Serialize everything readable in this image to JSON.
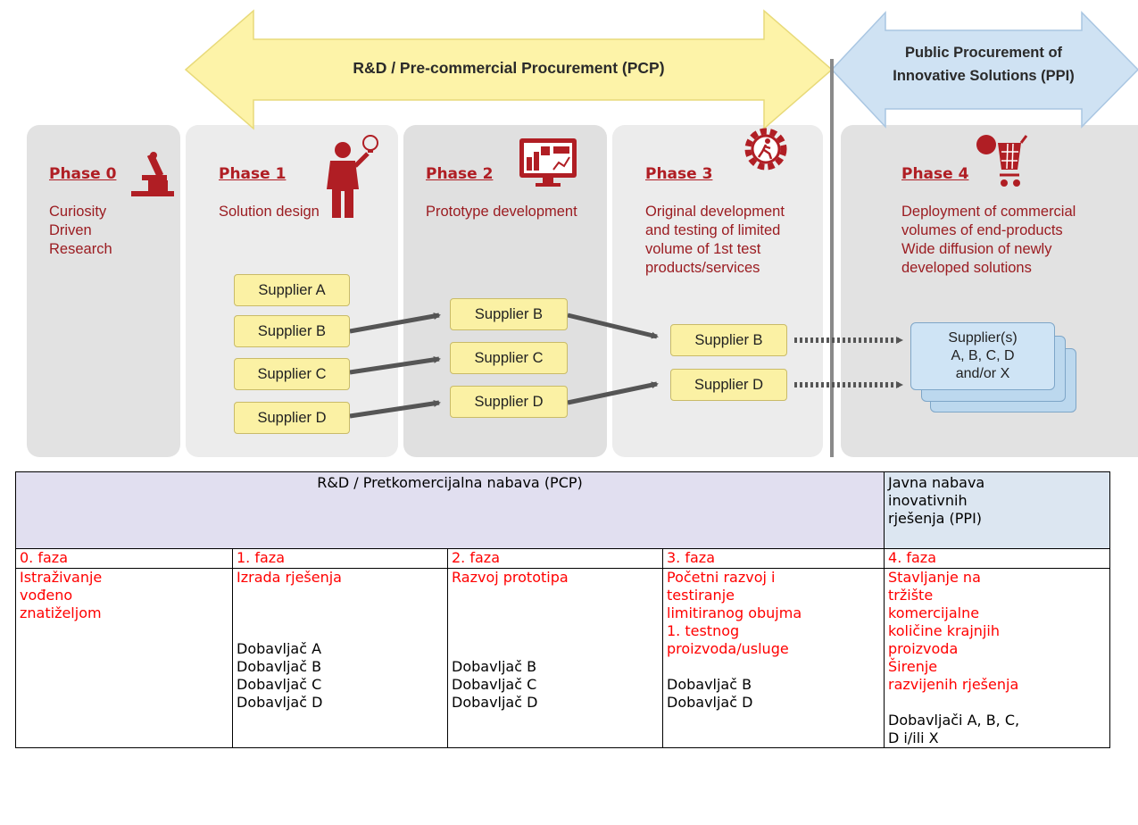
{
  "diagram": {
    "arrow_pcp_label": "R&D / Pre-commercial Procurement (PCP)",
    "arrow_ppi_label": [
      "Public Procurement of",
      "Innovative Solutions (PPI)"
    ],
    "phases": [
      {
        "title": "Phase 0",
        "desc": [
          "Curiosity",
          "Driven",
          "Research"
        ],
        "icon": "microscope-icon"
      },
      {
        "title": "Phase 1",
        "desc": [
          "Solution design"
        ],
        "icon": "person-idea-icon"
      },
      {
        "title": "Phase 2",
        "desc": [
          "Prototype development"
        ],
        "icon": "monitor-chart-icon"
      },
      {
        "title": "Phase 3",
        "desc": [
          "Original development",
          "and testing of limited",
          "volume of 1st test",
          "products/services"
        ],
        "icon": "gear-person-icon"
      },
      {
        "title": "Phase 4",
        "desc": [
          "Deployment of commercial",
          "volumes of end-products",
          "Wide diffusion of newly",
          "developed solutions"
        ],
        "icon": "shopping-cart-icon"
      }
    ],
    "phase1_suppliers": [
      "Supplier A",
      "Supplier B",
      "Supplier C",
      "Supplier D"
    ],
    "phase2_suppliers": [
      "Supplier B",
      "Supplier C",
      "Supplier D"
    ],
    "phase3_suppliers": [
      "Supplier B",
      "Supplier D"
    ],
    "phase4_card": [
      "Supplier(s)",
      "A, B, C, D",
      "and/or X"
    ],
    "colors": {
      "phase_red": "#b01e24",
      "supplier_yellow": "#fbf1a4",
      "pcp_arrow": "#fdf3a8",
      "ppi_arrow": "#cfe2f3",
      "flow_arrow": "#555555"
    }
  },
  "table": {
    "header_pcp": "R&D / Pretkomercijalna nabava (PCP)",
    "header_ppi": [
      "Javna nabava",
      "inovativnih",
      "rješenja (PPI)"
    ],
    "fazas": [
      "0. faza",
      "1. faza",
      "2. faza",
      "3. faza",
      "4. faza"
    ],
    "cells": [
      {
        "red": [
          "Istraživanje",
          "vođeno",
          "znatiželjom"
        ],
        "black": []
      },
      {
        "red": [
          "Izrada rješenja"
        ],
        "black": [
          "Dobavljač A",
          "Dobavljač B",
          "Dobavljač C",
          "Dobavljač D"
        ]
      },
      {
        "red": [
          "Razvoj prototipa"
        ],
        "black": [
          "Dobavljač B",
          "Dobavljač C",
          "Dobavljač D"
        ]
      },
      {
        "red": [
          "Početni razvoj i",
          "testiranje",
          "limitiranog obujma",
          "1. testnog",
          "proizvoda/usluge"
        ],
        "black": [
          "Dobavljač B",
          "Dobavljač D"
        ]
      },
      {
        "red": [
          "Stavljanje na",
          "tržište",
          "komercijalne",
          "količine krajnjih",
          "proizvoda",
          "Širenje",
          "razvijenih rješenja"
        ],
        "black": [
          "Dobavljači A, B, C,",
          "D i/ili X"
        ]
      }
    ]
  }
}
